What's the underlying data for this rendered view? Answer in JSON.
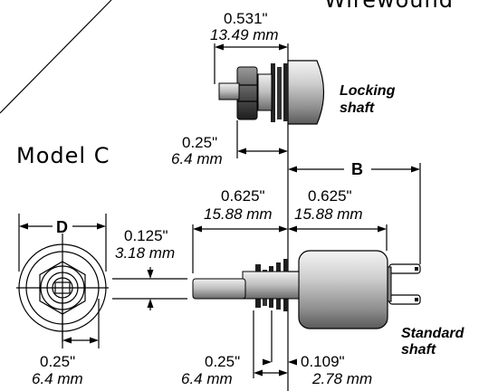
{
  "header": {
    "title_fragment": "Wirewound"
  },
  "model_label": "Model C",
  "locking": {
    "label_line1": "Locking",
    "label_line2": "shaft",
    "dim_top_in": "0.531\"",
    "dim_top_mm": "13.49 mm",
    "dim_bushing_in": "0.25\"",
    "dim_bushing_mm": "6.4 mm"
  },
  "standard": {
    "label_line1": "Standard",
    "label_line2": "shaft",
    "dim_B": "B",
    "dim_shaft_in": "0.625\"",
    "dim_shaft_mm": "15.88 mm",
    "dim_body_in": "0.625\"",
    "dim_body_mm": "15.88 mm",
    "dim_dia_in": "0.125\"",
    "dim_dia_mm": "3.18 mm",
    "dim_bushing_in": "0.25\"",
    "dim_bushing_mm": "6.4 mm",
    "dim_nut_in": "0.109\"",
    "dim_nut_mm": "2.78 mm"
  },
  "front_view": {
    "dim_D": "D",
    "dim_flat_in": "0.25\"",
    "dim_flat_mm": "6.4 mm"
  }
}
